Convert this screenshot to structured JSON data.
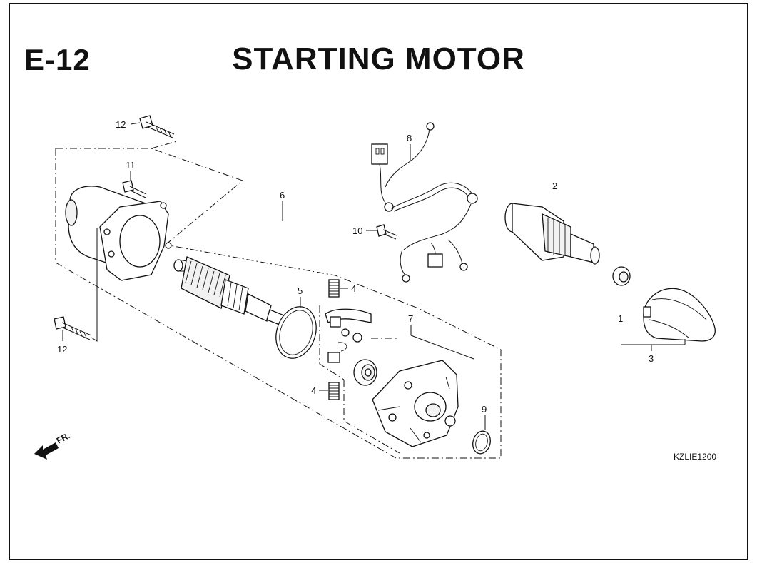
{
  "header": {
    "page_code": "E-12",
    "title": "STARTING MOTOR"
  },
  "figure_code": "KZLIE1200",
  "direction_label": "FR.",
  "callouts": {
    "c1": "1",
    "c2": "2",
    "c3": "3",
    "c4a": "4",
    "c4b": "4",
    "c5": "5",
    "c6": "6",
    "c7": "7",
    "c8": "8",
    "c9": "9",
    "c10": "10",
    "c11": "11",
    "c12a": "12",
    "c12b": "12"
  }
}
